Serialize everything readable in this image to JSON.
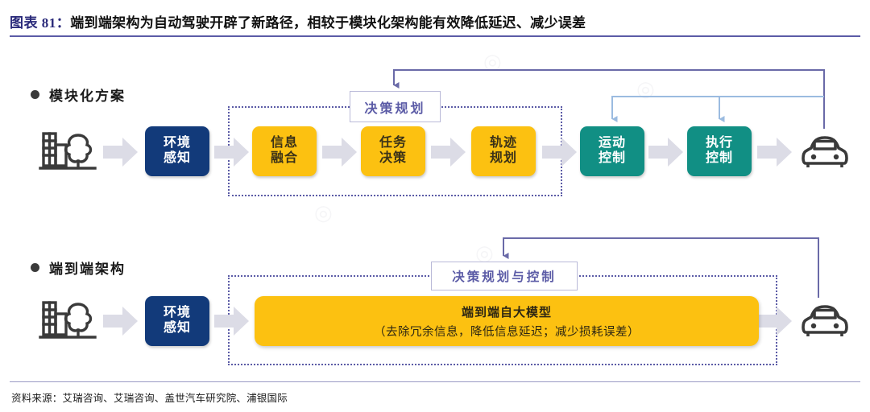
{
  "title": {
    "number": "图表 81：",
    "text": "端到端架构为自动驾驶开辟了新路径，相较于模块化架构能有效降低延迟、减少误差"
  },
  "footer": {
    "source": "资料来源：艾瑞咨询、艾瑞咨询、盖世汽车研究院、浦银国际"
  },
  "colors": {
    "title_number": "#2a2a7a",
    "rule": "#5b5ba6",
    "blue_box": "#123a7a",
    "yellow_box": "#fcc111",
    "teal_box": "#118f84",
    "gray_arrow": "#dcdce6",
    "purple_wire": "#6a6aa8",
    "lightblue_wire": "#9bbbe0",
    "icon": "#3a3a3a"
  },
  "rows": [
    {
      "label": "模块化方案",
      "icons": {
        "start": "city-tree-icon",
        "end": "car-icon"
      },
      "boxes": [
        {
          "name": "perception",
          "text_lines": [
            "环境",
            "感知"
          ],
          "style": "blue"
        },
        {
          "name": "information-fusion",
          "text_lines": [
            "信息",
            "融合"
          ],
          "style": "yellow"
        },
        {
          "name": "task-decision",
          "text_lines": [
            "任务",
            "决策"
          ],
          "style": "yellow"
        },
        {
          "name": "trajectory-planning",
          "text_lines": [
            "轨迹",
            "规划"
          ],
          "style": "yellow"
        },
        {
          "name": "motion-control",
          "text_lines": [
            "运动",
            "控制"
          ],
          "style": "teal"
        },
        {
          "name": "execution-control",
          "text_lines": [
            "执行",
            "控制"
          ],
          "style": "teal"
        }
      ],
      "group_label": "决策规划"
    },
    {
      "label": "端到端架构",
      "icons": {
        "start": "city-tree-icon",
        "end": "car-icon"
      },
      "boxes": [
        {
          "name": "perception",
          "text_lines": [
            "环境",
            "感知"
          ],
          "style": "blue"
        }
      ],
      "big_box": {
        "title": "端到端自大模型",
        "subtitle": "（去除冗余信息，降低信息延迟；减少损耗误差）"
      },
      "group_label": "决策规划与控制"
    }
  ]
}
